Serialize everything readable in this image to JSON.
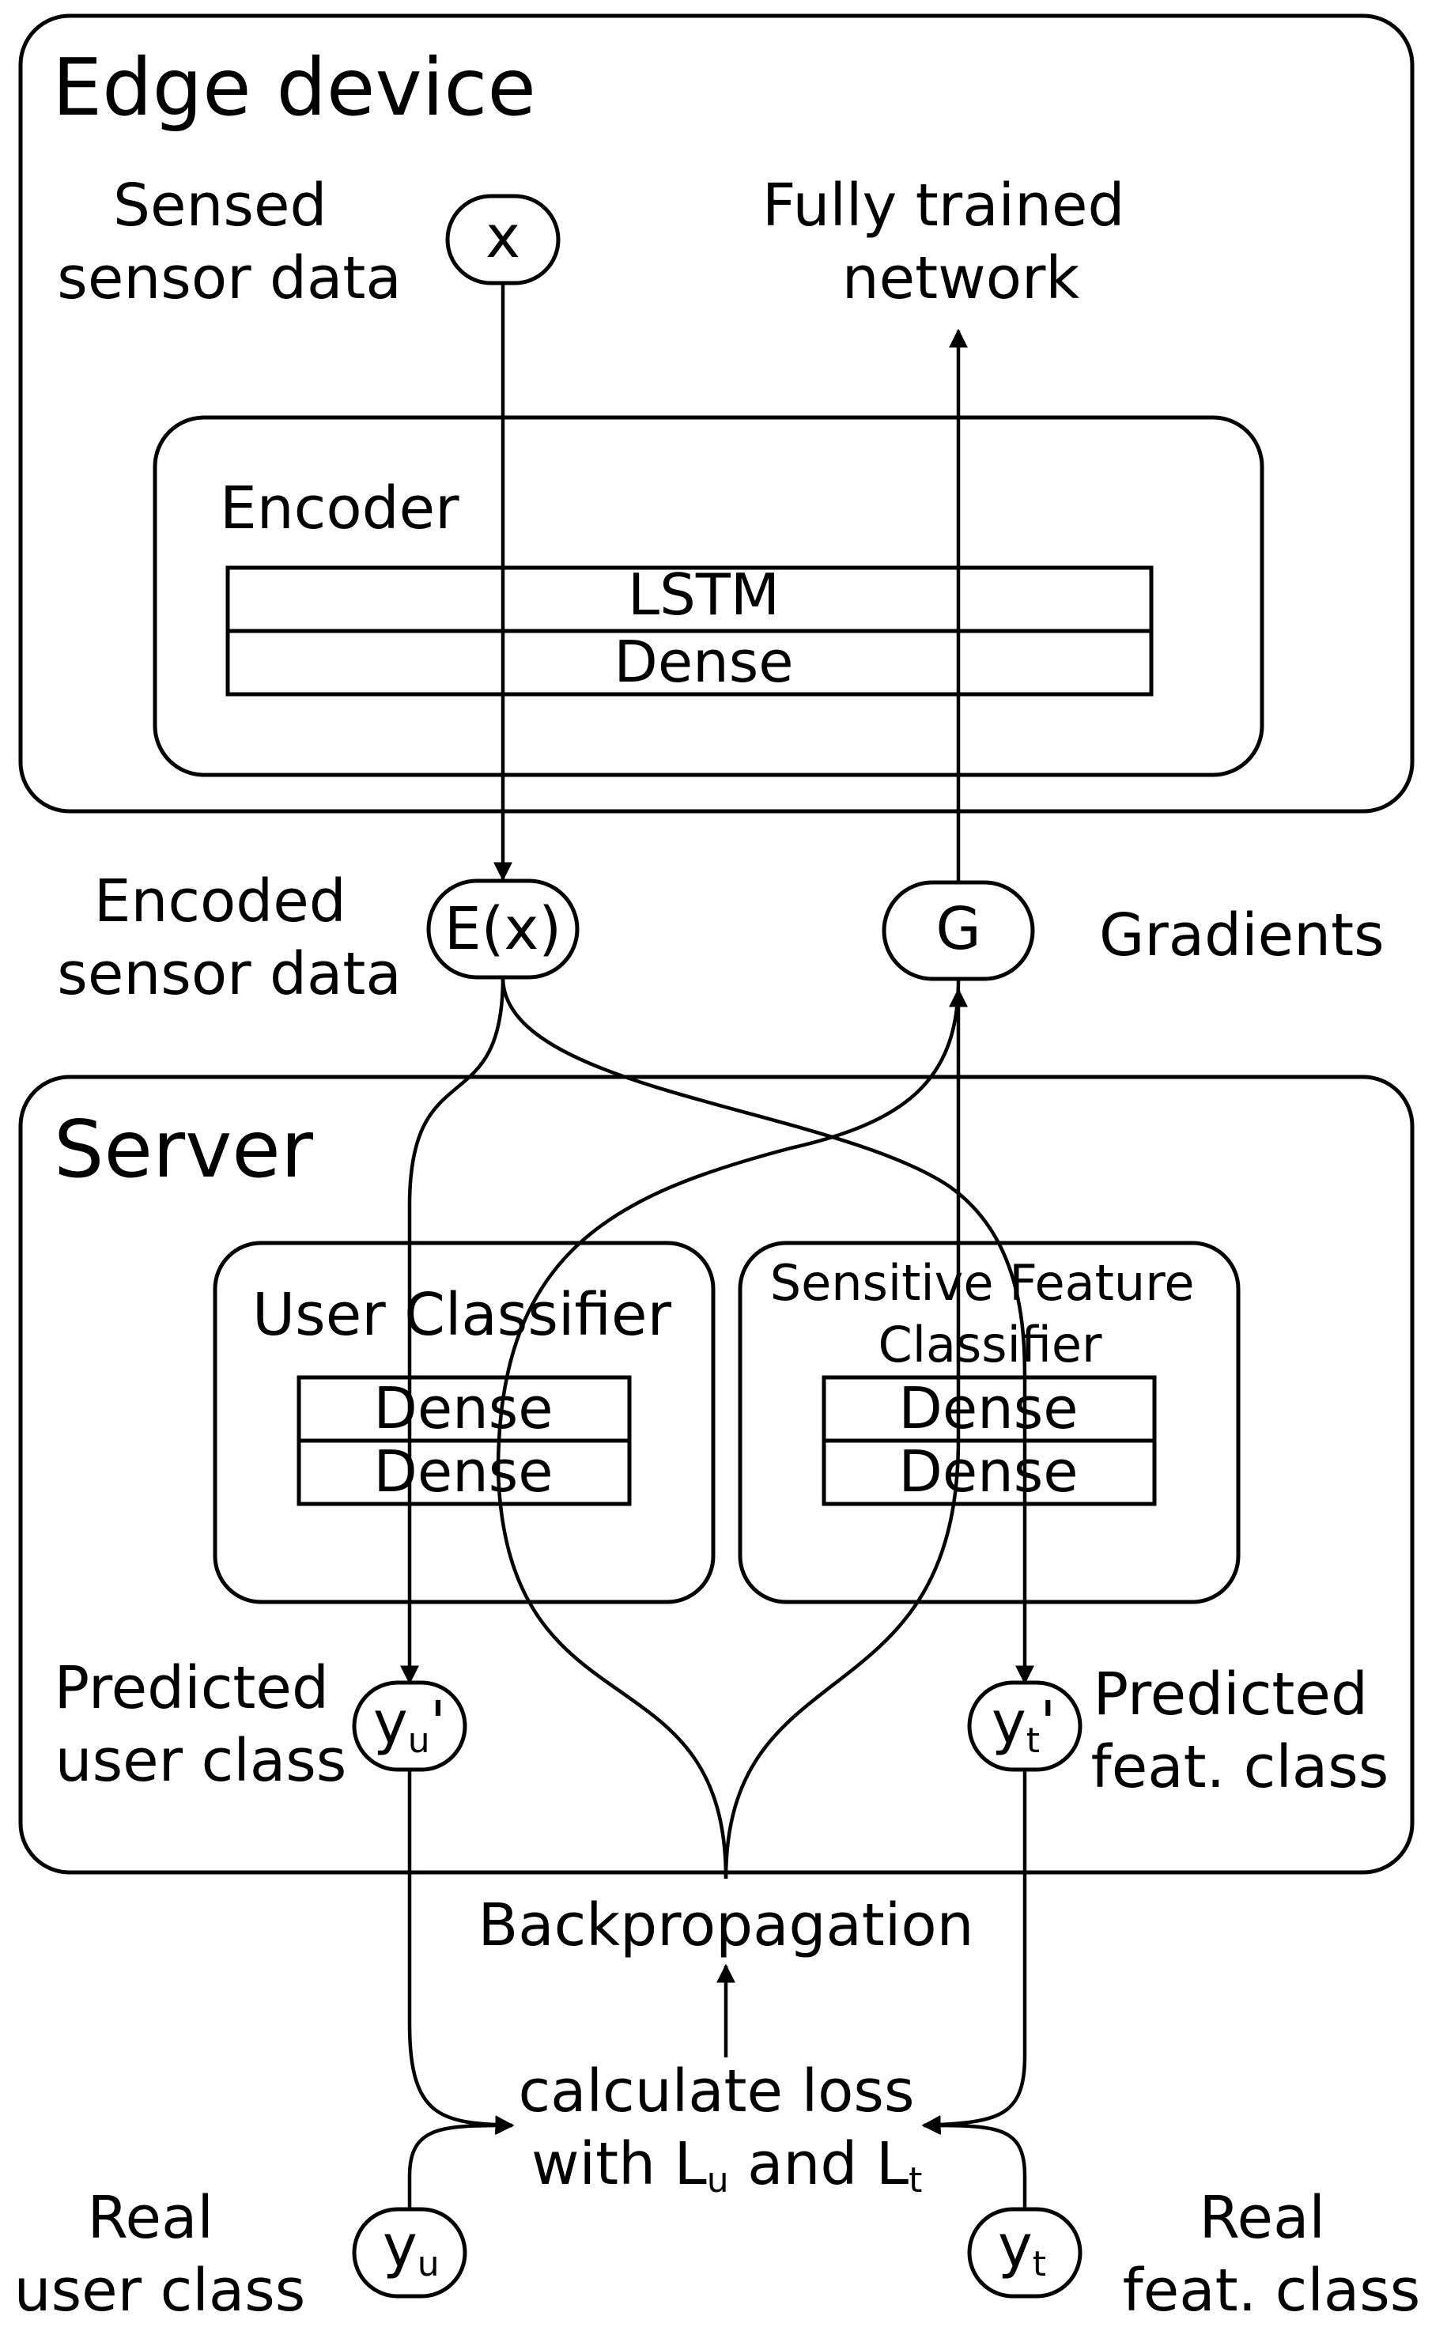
{
  "edge_device": {
    "title": "Edge device",
    "sensed_label": [
      "Sensed",
      "sensor data"
    ],
    "input_node": "x",
    "trained_label": [
      "Fully trained",
      "network"
    ],
    "encoder": {
      "title": "Encoder",
      "layers": [
        "LSTM",
        "Dense"
      ]
    }
  },
  "middle": {
    "encoded_label": [
      "Encoded",
      "sensor data"
    ],
    "encoded_node": "E(x)",
    "gradient_node": "G",
    "gradient_label": "Gradients"
  },
  "server": {
    "title": "Server",
    "user_classifier": {
      "title": "User Classifier",
      "layers": [
        "Dense",
        "Dense"
      ]
    },
    "feature_classifier": {
      "title": [
        "Sensitive Feature",
        "Classifier"
      ],
      "layers": [
        "Dense",
        "Dense"
      ]
    },
    "predicted_user_label": [
      "Predicted",
      "user class"
    ],
    "predicted_user_node": {
      "base": "y",
      "sub": "u",
      "suffix": "'"
    },
    "predicted_feat_label": [
      "Predicted",
      "feat. class"
    ],
    "predicted_feat_node": {
      "base": "y",
      "sub": "t",
      "suffix": "'"
    }
  },
  "bottom": {
    "backprop_label": "Backpropagation",
    "loss_line1": "calculate loss",
    "loss_line2": {
      "pre": "with L",
      "sub1": "u",
      "mid": " and L",
      "sub2": "t"
    },
    "real_user_label": [
      "Real",
      "user class"
    ],
    "real_user_node": {
      "base": "y",
      "sub": "u"
    },
    "real_feat_label": [
      "Real",
      "feat. class"
    ],
    "real_feat_node": {
      "base": "y",
      "sub": "t"
    }
  }
}
